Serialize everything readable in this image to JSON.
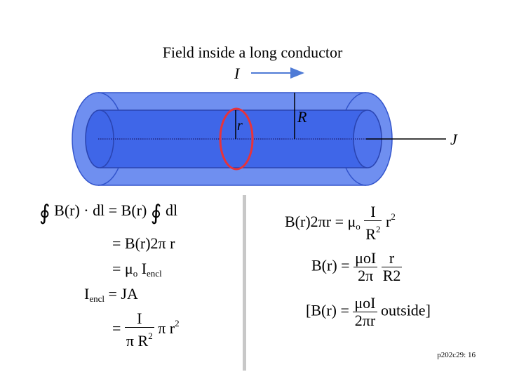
{
  "title": "Field inside a long conductor",
  "diagram": {
    "current_label": "I",
    "radius_small_label": "r",
    "radius_large_label": "R",
    "density_label": "J",
    "colors": {
      "outer_tube": "#6f8ff0",
      "inner_core": "#3f66e8",
      "loop": "#e8333a",
      "arrow": "#4f7bd6"
    }
  },
  "left_equations": {
    "line1_lhs": "B(r) · dl",
    "line1_rhs": "= B(r)",
    "line1_rhs_end": "dl",
    "line2": "= B(r)2π r",
    "line3_eq": "= μ",
    "line3_sub": "o",
    "line3_I": "I",
    "line3_encl": "encl",
    "line4_I": "I",
    "line4_encl": "encl",
    "line4_rhs": "= JA",
    "line5_eq": "=",
    "line5_num": "I",
    "line5_den": "π R",
    "line5_den_sup": "2",
    "line5_tail": "π r",
    "line5_tail_sup": "2"
  },
  "right_equations": {
    "eq1_lhs": "B(r)2πr = μ",
    "eq1_sub": "o",
    "eq1_num": "I",
    "eq1_den": "R",
    "eq1_den_sup": "2",
    "eq1_tail": "r",
    "eq1_tail_sup": "2",
    "eq2_lhs": "B(r) =",
    "eq2_num1": "μoI",
    "eq2_den1": "2π",
    "eq2_num2": "r",
    "eq2_den2": "R2",
    "eq3_lhs": "[B(r) =",
    "eq3_num": "μoI",
    "eq3_den": "2πr",
    "eq3_tail": "outside]"
  },
  "footer": "p202c29: 16"
}
